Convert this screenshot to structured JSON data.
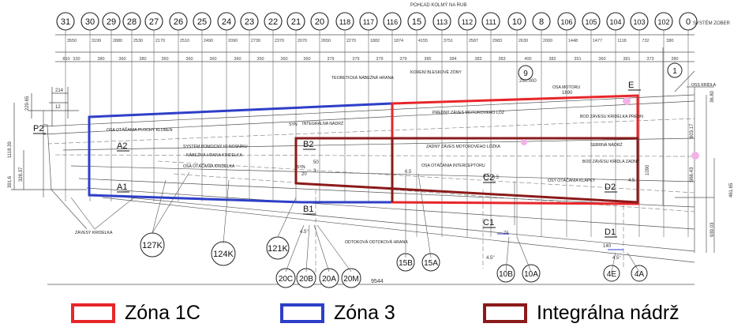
{
  "top_title": "POHĽAD KOLMÝ NA RUB",
  "frame_numbers": [
    "31",
    "30",
    "29",
    "28",
    "27",
    "26",
    "25",
    "24",
    "23",
    "22",
    "21",
    "20",
    "118",
    "117",
    "116",
    "15",
    "113",
    "112",
    "111",
    "10",
    "8",
    "106",
    "105",
    "104",
    "103",
    "102",
    "0"
  ],
  "system_note": "SYSTÉM ZOBER",
  "dimensions_row1": [
    "3550",
    "3199",
    "2880",
    "2530",
    "2170",
    "2510",
    "2490",
    "2090",
    "2730",
    "2370",
    "2070",
    "2650",
    "2270",
    "1882",
    "1874",
    "4155",
    "3751",
    "2587",
    "2983",
    "2630",
    "2000",
    "1448",
    "1477",
    "1118",
    "732",
    "380"
  ],
  "dimensions_row2": [
    "810",
    "330",
    "380",
    "360",
    "380",
    "360",
    "360",
    "360",
    "360",
    "350",
    "360",
    "360",
    "379",
    "379",
    "379",
    "379",
    "385",
    "384",
    "383",
    "383",
    "400",
    "382",
    "351",
    "360",
    "381",
    "373",
    "380"
  ],
  "circled_labels": [
    "127K",
    "124K",
    "121K",
    "20C",
    "20B",
    "20A",
    "20M",
    "15B",
    "15A",
    "10B",
    "10A",
    "4E",
    "4A",
    "1",
    "9"
  ],
  "point_labels": [
    "P2",
    "A2",
    "A1",
    "B2",
    "B1",
    "C2",
    "C1",
    "D2",
    "D1",
    "E"
  ],
  "annotations": [
    "TEORETICKÁ NÁBEŽNÁ HRANA",
    "KORENÍ BLESKOVÉ ZÓNY",
    "OSA MOTORU",
    "PREDNÝ ZÁVES MOTOROVÉHO LÔŽ",
    "OSA OTÁČANIA PLOCHY KLOBEN",
    "INTEGRÁLNA NÁDRŽ",
    "ZADNÝ ZÁVES MOTOROVÉHO LÔŽKA",
    "SYSTÉM POMOCNÝ IO NOSNÍKU",
    "NÁBEŽNÁ HRANA KRIDELKA",
    "OSA OTÁČANIA INTERCEPTORU",
    "OSA OTÁČANIA KRIDELKA",
    "ZÁVESY KRIDELKA",
    "ODTOKOVÁ ODTOKOVÁ HRANA",
    "OSY OTÁČANIA KLAPKY",
    "BOD ZÁVESU KRIDELKA PREDN",
    "SEBRNÁ NÁDRŽ",
    "BOD ZÁVESU KRIDLA ZADNÝ",
    "OSS KRIDLA",
    "SYN",
    "SYN"
  ],
  "small_values": [
    "214",
    "12",
    "1690",
    "290.000",
    "75",
    "140",
    "20",
    "50",
    "3",
    "6.5",
    "4.5",
    "4.5°",
    "4.5°",
    "4.5°",
    "6.5",
    "4.5"
  ],
  "side_dimensions_left": [
    "229.65",
    "1118.39",
    "391.6",
    "328.37"
  ],
  "side_dimensions_right": [
    "36.80",
    "603.17",
    "966.43",
    "1090",
    "939.03",
    "461.65"
  ],
  "bottom_total": "9544",
  "legend": [
    {
      "label": "Zóna 1C",
      "color": "#e8262a"
    },
    {
      "label": "Zóna 3",
      "color": "#2e3fc7"
    },
    {
      "label": "Integrálna nádrž",
      "color": "#8b1a1a"
    }
  ]
}
